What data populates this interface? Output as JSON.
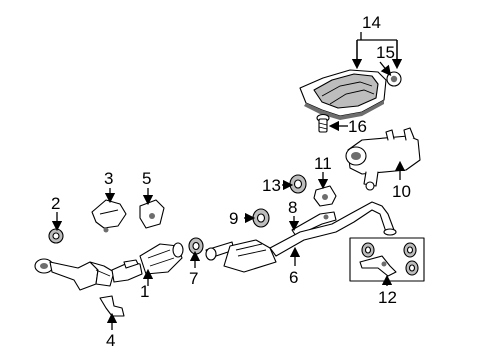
{
  "callouts": [
    {
      "id": "1",
      "text": "1"
    },
    {
      "id": "2",
      "text": "2"
    },
    {
      "id": "3",
      "text": "3"
    },
    {
      "id": "4",
      "text": "4"
    },
    {
      "id": "5",
      "text": "5"
    },
    {
      "id": "6",
      "text": "6"
    },
    {
      "id": "7",
      "text": "7"
    },
    {
      "id": "8",
      "text": "8"
    },
    {
      "id": "9",
      "text": "9"
    },
    {
      "id": "10",
      "text": "10"
    },
    {
      "id": "11",
      "text": "11"
    },
    {
      "id": "12",
      "text": "12"
    },
    {
      "id": "13",
      "text": "13"
    },
    {
      "id": "14",
      "text": "14"
    },
    {
      "id": "15",
      "text": "15"
    },
    {
      "id": "16",
      "text": "16"
    }
  ],
  "colors": {
    "line": "#000000",
    "background": "#ffffff",
    "fill_gray": "#bdbdbd",
    "shadow": "#6d6d6d"
  }
}
